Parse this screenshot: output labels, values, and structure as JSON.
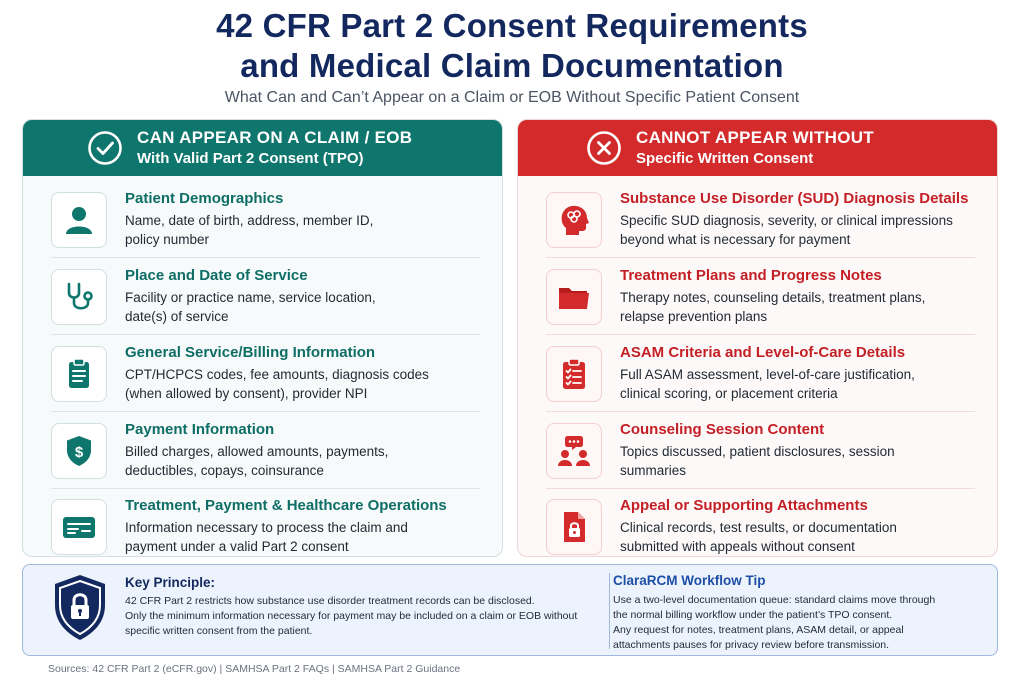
{
  "header": {
    "title_line1": "42 CFR Part 2 Consent Requirements",
    "title_line2": "and Medical Claim Documentation",
    "subtitle": "What Can and Can’t Appear on a Claim or EOB Without Specific Patient Consent"
  },
  "can_appear": {
    "heading": "CAN APPEAR ON A CLAIM / EOB",
    "subheading": "With Valid Part 2 Consent (TPO)",
    "accent": "#0f766e",
    "items": [
      {
        "icon": "person-icon",
        "title": "Patient Demographics",
        "desc_line1": "Name, date of birth, address, member ID,",
        "desc_line2": "policy number"
      },
      {
        "icon": "stethoscope-icon",
        "title": "Place and Date of Service",
        "desc_line1": "Facility or practice name, service location,",
        "desc_line2": "date(s) of service"
      },
      {
        "icon": "clipboard-icon",
        "title": "General Service/Billing Information",
        "desc_line1": "CPT/HCPCS codes, fee amounts, diagnosis codes",
        "desc_line2": "(when allowed by consent), provider NPI"
      },
      {
        "icon": "dollar-shield-icon",
        "title": "Payment Information",
        "desc_line1": "Billed charges, allowed amounts, payments,",
        "desc_line2": "deductibles, copays, coinsurance"
      },
      {
        "icon": "id-card-icon",
        "title": "Treatment, Payment & Healthcare Operations",
        "desc_line1": "Information necessary to process the claim and",
        "desc_line2": "payment under a valid Part 2 consent"
      }
    ]
  },
  "cannot_appear": {
    "heading": "CANNOT APPEAR WITHOUT",
    "subheading": "Specific Written Consent",
    "accent": "#d32b2b",
    "items": [
      {
        "icon": "head-brain-icon",
        "title": "Substance Use Disorder (SUD) Diagnosis Details",
        "desc_line1": "Specific SUD diagnosis, severity, or clinical impressions",
        "desc_line2": "beyond what is necessary for payment"
      },
      {
        "icon": "folder-icon",
        "title": "Treatment Plans and Progress Notes",
        "desc_line1": "Therapy notes, counseling details, treatment plans,",
        "desc_line2": "relapse prevention plans"
      },
      {
        "icon": "checklist-icon",
        "title": "ASAM Criteria and Level-of-Care Details",
        "desc_line1": "Full ASAM assessment, level-of-care justification,",
        "desc_line2": "clinical scoring, or placement criteria"
      },
      {
        "icon": "counseling-icon",
        "title": "Counseling Session Content",
        "desc_line1": "Topics discussed, patient disclosures, session",
        "desc_line2": "summaries"
      },
      {
        "icon": "locked-file-icon",
        "title": "Appeal or Supporting Attachments",
        "desc_line1": "Clinical records, test results, or documentation",
        "desc_line2": "submitted with appeals without consent"
      }
    ]
  },
  "key_principle": {
    "title": "Key Principle:",
    "line1": "42 CFR Part 2   restricts how substance use disorder treatment records can be disclosed.",
    "line2": "Only the minimum information necessary for payment may be included on a claim or EOB without",
    "line3": "specific written consent from the patient."
  },
  "workflow_tip": {
    "title": "ClaraRCM Workflow Tip",
    "line1": "Use a two-level documentation queue: standard claims move through",
    "line2": "the normal billing workflow under the patient’s TPO consent.",
    "line3": "Any request for notes, treatment plans, ASAM detail, or appeal",
    "line4": "attachments pauses for privacy review before transmission."
  },
  "sources": "Sources: 42 CFR Part 2 (eCFR.gov)   |   SAMHSA Part 2 FAQs   |   SAMHSA Part 2 Guidance"
}
